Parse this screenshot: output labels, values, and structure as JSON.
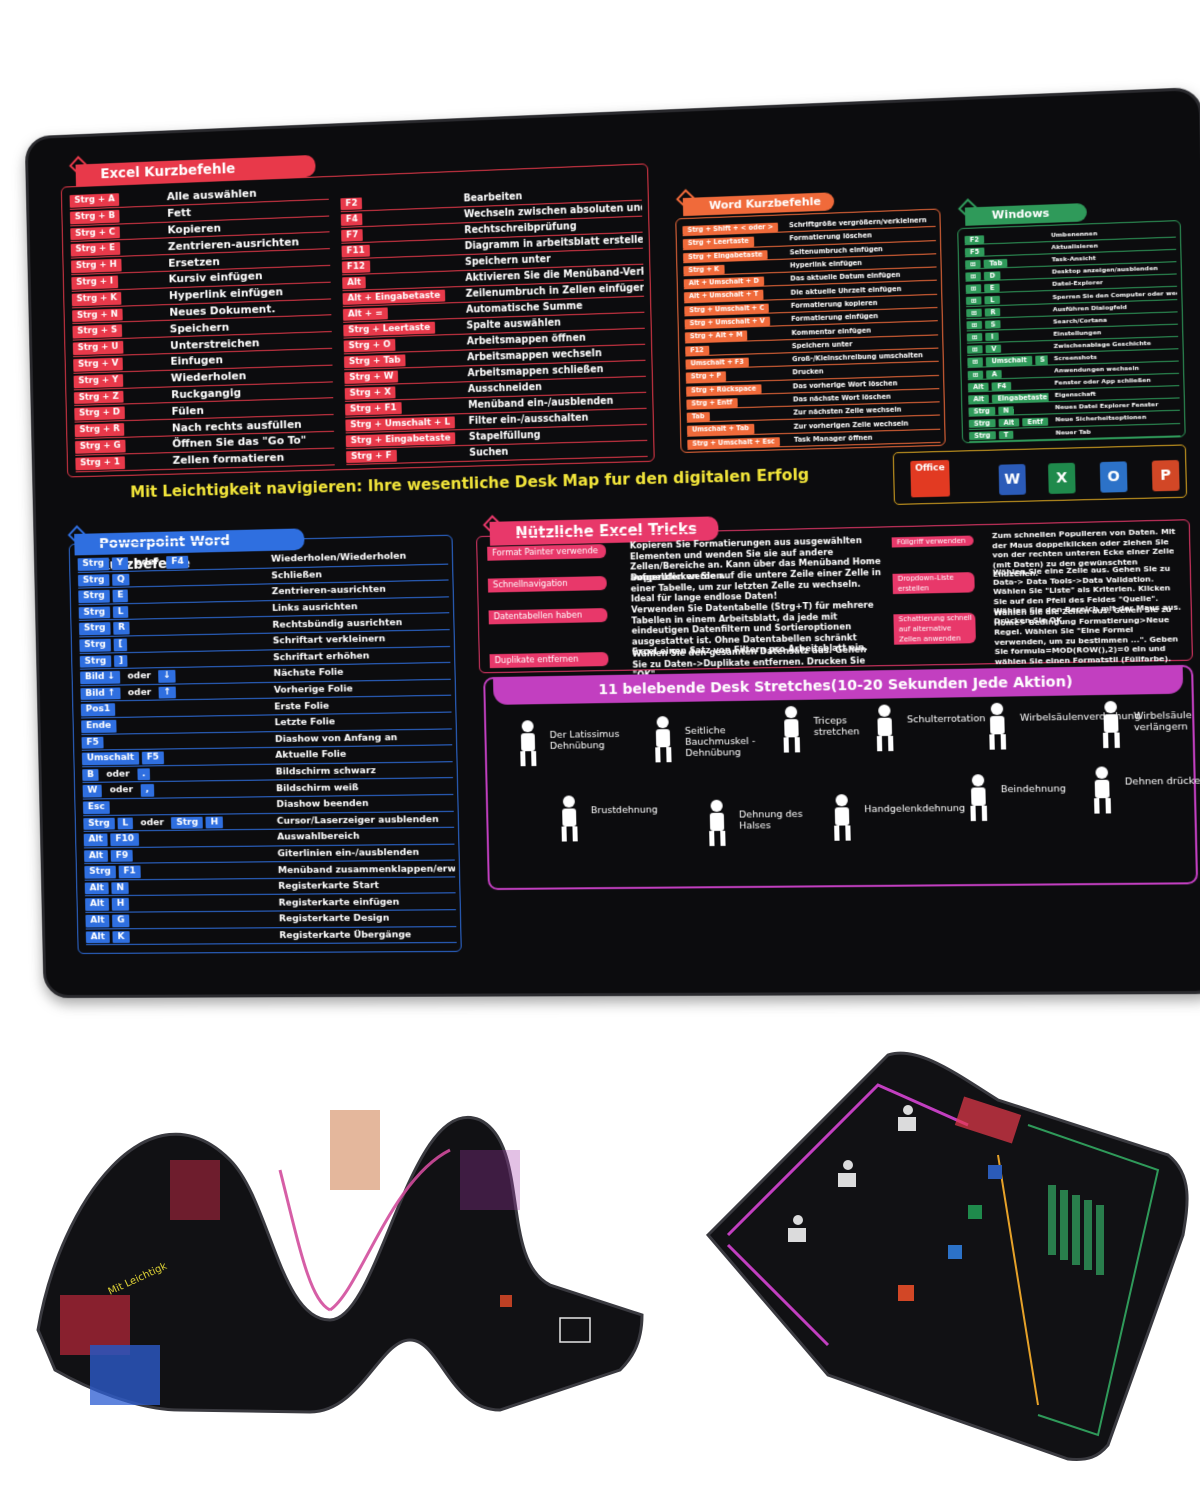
{
  "colors": {
    "excel": "#e8394a",
    "word": "#f06a3a",
    "windows": "#2f9a5a",
    "ppt": "#2f6fe0",
    "tricks": "#e8386a",
    "stretch": "#c23fc0",
    "title": "#f2e53a"
  },
  "excel": {
    "title": "Excel Kurzbefehle",
    "left": [
      {
        "k": [
          "Strg + A"
        ],
        "d": "Alle auswählen"
      },
      {
        "k": [
          "Strg + B"
        ],
        "d": "Fett"
      },
      {
        "k": [
          "Strg + C"
        ],
        "d": "Kopieren"
      },
      {
        "k": [
          "Strg + E"
        ],
        "d": "Zentrieren-ausrichten"
      },
      {
        "k": [
          "Strg + H"
        ],
        "d": "Ersetzen"
      },
      {
        "k": [
          "Strg + I"
        ],
        "d": "Kursiv einfügen"
      },
      {
        "k": [
          "Strg + K"
        ],
        "d": "Hyperlink einfügen"
      },
      {
        "k": [
          "Strg + N"
        ],
        "d": "Neues Dokument."
      },
      {
        "k": [
          "Strg + S"
        ],
        "d": "Speichern"
      },
      {
        "k": [
          "Strg + U"
        ],
        "d": "Unterstreichen"
      },
      {
        "k": [
          "Strg + V"
        ],
        "d": "Einfugen"
      },
      {
        "k": [
          "Strg + Y"
        ],
        "d": "Wiederholen"
      },
      {
        "k": [
          "Strg + Z"
        ],
        "d": "Ruckgangig"
      },
      {
        "k": [
          "Strg + D"
        ],
        "d": "Fülen"
      },
      {
        "k": [
          "Strg + R"
        ],
        "d": "Nach rechts ausfüllen"
      },
      {
        "k": [
          "Strg + G"
        ],
        "d": "Öffnen Sie das \"Go To\""
      },
      {
        "k": [
          "Strg + 1"
        ],
        "d": "Zellen formatieren"
      }
    ],
    "right": [
      {
        "k": [
          "F2"
        ],
        "d": "Bearbeiten"
      },
      {
        "k": [
          "F4"
        ],
        "d": "Wechseln zwischen absoluten und relativen Referenzen"
      },
      {
        "k": [
          "F7"
        ],
        "d": "Rechtschreibprüfung"
      },
      {
        "k": [
          "F11"
        ],
        "d": "Diagramm in arbeitsblatt erstellen"
      },
      {
        "k": [
          "F12"
        ],
        "d": "Speichern unter"
      },
      {
        "k": [
          "Alt"
        ],
        "d": "Aktivieren Sie die Menüband-Verknüpfungen"
      },
      {
        "k": [
          "Alt + Eingabetaste"
        ],
        "d": "Zeilenumbruch in Zellen einfügen"
      },
      {
        "k": [
          "Alt + ="
        ],
        "d": "Automatische Summe"
      },
      {
        "k": [
          "Strg + Leertaste"
        ],
        "d": "Spalte auswählen"
      },
      {
        "k": [
          "Strg + O"
        ],
        "d": "Arbeitsmappen öffnen"
      },
      {
        "k": [
          "Strg + Tab"
        ],
        "d": "Arbeitsmappen wechseln"
      },
      {
        "k": [
          "Strg + W"
        ],
        "d": "Arbeitsmappen schließen"
      },
      {
        "k": [
          "Strg + X"
        ],
        "d": "Ausschneiden"
      },
      {
        "k": [
          "Strg + F1"
        ],
        "d": "Menüband ein-/ausblenden"
      },
      {
        "k": [
          "Strg + Umschalt + L"
        ],
        "d": "Filter ein-/ausschalten"
      },
      {
        "k": [
          "Strg + Eingabetaste"
        ],
        "d": "Stapelfüllung"
      },
      {
        "k": [
          "Strg + F"
        ],
        "d": "Suchen"
      }
    ]
  },
  "word": {
    "title": "Word Kurzbefehle",
    "rows": [
      {
        "k": [
          "Strg + Shift + < oder >"
        ],
        "d": "Schriftgröße vergrößern/verkleinern"
      },
      {
        "k": [
          "Strg + Leertaste"
        ],
        "d": "Formatierung löschen"
      },
      {
        "k": [
          "Strg + Eingabetaste"
        ],
        "d": "Seitenumbruch einfügen"
      },
      {
        "k": [
          "Strg + K"
        ],
        "d": "Hyperlink einfügen"
      },
      {
        "k": [
          "Alt + Umschalt + D"
        ],
        "d": "Das aktuelle Datum einfügen"
      },
      {
        "k": [
          "Alt + Umschalt + T"
        ],
        "d": "Die aktuelle Uhrzeit einfügen"
      },
      {
        "k": [
          "Strg + Umschalt + C"
        ],
        "d": "Formatierung kopieren"
      },
      {
        "k": [
          "Strg + Umschalt + V"
        ],
        "d": "Formatierung einfügen"
      },
      {
        "k": [
          "Strg + Alt + M"
        ],
        "d": "Kommentar einfügen"
      },
      {
        "k": [
          "F12"
        ],
        "d": "Speichern unter"
      },
      {
        "k": [
          "Umschalt + F3"
        ],
        "d": "Groß-/Kleinschreibung umschalten"
      },
      {
        "k": [
          "Strg + P"
        ],
        "d": "Drucken"
      },
      {
        "k": [
          "Strg + Rückspace"
        ],
        "d": "Das vorherige Wort löschen"
      },
      {
        "k": [
          "Strg + Entf"
        ],
        "d": "Das nächste Wort löschen"
      },
      {
        "k": [
          "Tab"
        ],
        "d": "Zur nächsten Zelle wechseln"
      },
      {
        "k": [
          "Umschalt + Tab"
        ],
        "d": "Zur vorherigen Zelle wechseln"
      },
      {
        "k": [
          "Strg + Umschalt + Esc"
        ],
        "d": "Task Manager öffnen"
      }
    ]
  },
  "windows": {
    "title": "Windows",
    "rows": [
      {
        "k": [
          "F2"
        ],
        "d": "Umbenennen"
      },
      {
        "k": [
          "F5"
        ],
        "d": "Aktualisieren"
      },
      {
        "k": [
          "⊞",
          "Tab"
        ],
        "d": "Task-Ansicht"
      },
      {
        "k": [
          "⊞",
          "D"
        ],
        "d": "Desktop anzeigen/ausblenden"
      },
      {
        "k": [
          "⊞",
          "E"
        ],
        "d": "Datei-Explorer"
      },
      {
        "k": [
          "⊞",
          "L"
        ],
        "d": "Sperren Sie den Computer oder wechseln Sie Konten"
      },
      {
        "k": [
          "⊞",
          "R"
        ],
        "d": "Ausführen Dialogfeld"
      },
      {
        "k": [
          "⊞",
          "S"
        ],
        "d": "Search/Cortana"
      },
      {
        "k": [
          "⊞",
          "I"
        ],
        "d": "Einstellungen"
      },
      {
        "k": [
          "⊞",
          "V"
        ],
        "d": "Zwischenablage Geschichte"
      },
      {
        "k": [
          "⊞",
          "Umschalt",
          "S"
        ],
        "d": "Screenshots"
      },
      {
        "k": [
          "⊞",
          "A"
        ],
        "d": "Anwendungen wechseln"
      },
      {
        "k": [
          "Alt",
          "F4"
        ],
        "d": "Fenster oder App schließen"
      },
      {
        "k": [
          "Alt",
          "Eingabetaste"
        ],
        "d": "Eigenschaft"
      },
      {
        "k": [
          "Strg",
          "N"
        ],
        "d": "Neues Datei Explorer Fenster"
      },
      {
        "k": [
          "Strg",
          "Alt",
          "Entf"
        ],
        "d": "Neue Sicherheitsoptionen"
      },
      {
        "k": [
          "Strg",
          "T"
        ],
        "d": "Neuer Tab"
      }
    ]
  },
  "headline": "Mit Leichtigkeit navigieren: Ihre wesentliche Desk Map fur den digitalen Erfolg",
  "office": {
    "label": "Office",
    "icons": [
      {
        "letter": "W",
        "color": "#2b5bb8"
      },
      {
        "letter": "X",
        "color": "#1f8a4c"
      },
      {
        "letter": "O",
        "color": "#2c72c8"
      },
      {
        "letter": "P",
        "color": "#d24726"
      }
    ]
  },
  "ppt": {
    "title": "Powerpoint Word Kurzbefehle",
    "rows": [
      {
        "k": [
          "Strg",
          "Y",
          "oder",
          "F4"
        ],
        "d": "Wiederholen/Wiederholen"
      },
      {
        "k": [
          "Strg",
          "Q"
        ],
        "d": "Schließen"
      },
      {
        "k": [
          "Strg",
          "E"
        ],
        "d": "Zentrieren-ausrichten"
      },
      {
        "k": [
          "Strg",
          "L"
        ],
        "d": "Links ausrichten"
      },
      {
        "k": [
          "Strg",
          "R"
        ],
        "d": "Rechtsbündig ausrichten"
      },
      {
        "k": [
          "Strg",
          "["
        ],
        "d": "Schriftart verkleinern"
      },
      {
        "k": [
          "Strg",
          "]"
        ],
        "d": "Schriftart erhöhen"
      },
      {
        "k": [
          "Bild ↓",
          "oder",
          "↓"
        ],
        "d": "Nächste Folie"
      },
      {
        "k": [
          "Bild ↑",
          "oder",
          "↑"
        ],
        "d": "Vorherige Folie"
      },
      {
        "k": [
          "Pos1"
        ],
        "d": "Erste Folie"
      },
      {
        "k": [
          "Ende"
        ],
        "d": "Letzte Folie"
      },
      {
        "k": [
          "F5"
        ],
        "d": "Diashow von Anfang an"
      },
      {
        "k": [
          "Umschalt",
          "F5"
        ],
        "d": "Aktuelle Folie"
      },
      {
        "k": [
          "B",
          "oder",
          "."
        ],
        "d": "Bildschirm schwarz"
      },
      {
        "k": [
          "W",
          "oder",
          ","
        ],
        "d": "Bildschirm weiß"
      },
      {
        "k": [
          "Esc"
        ],
        "d": "Diashow beenden"
      },
      {
        "k": [
          "Strg",
          "L",
          "oder",
          "Strg",
          "H"
        ],
        "d": "Cursor/Laserzeiger ausblenden"
      },
      {
        "k": [
          "Alt",
          "F10"
        ],
        "d": "Auswahlbereich"
      },
      {
        "k": [
          "Alt",
          "F9"
        ],
        "d": "Giterlinien ein-/ausblenden"
      },
      {
        "k": [
          "Strg",
          "F1"
        ],
        "d": "Menüband zusammenklappen/erweitern"
      },
      {
        "k": [
          "Alt",
          "N"
        ],
        "d": "Registerkarte Start"
      },
      {
        "k": [
          "Alt",
          "H"
        ],
        "d": "Registerkarte einfügen"
      },
      {
        "k": [
          "Alt",
          "G"
        ],
        "d": "Registerkarte Design"
      },
      {
        "k": [
          "Alt",
          "K"
        ],
        "d": "Registerkarte Übergänge"
      }
    ]
  },
  "tricks": {
    "title": "Nützliche Excel Tricks",
    "left": [
      {
        "label": "Format Painter verwende",
        "text": "Kopieren Sie Formatierungen aus ausgewählten Elementen und wenden Sie sie auf andere Zellen/Bereiche an. Kann über das Menüband Home aufgerufen werden."
      },
      {
        "label": "Schnellnavigation",
        "text": "Doppelklicken Sie auf die untere Zeile einer Zelle in einer Tabelle, um zur letzten Zelle zu wechseln. Ideal für lange endlose Daten!"
      },
      {
        "label": "Datentabellen haben",
        "text": "Verwenden Sie Datentabelle (Strg+T) für mehrere Tabellen in einem Arbeitsblatt, da jede mit eindeutigen Datenfiltern und Sortieroptionen ausgestattet ist. Ohne Datentabellen schränkt Excel einen Satz von Filtern pro Arbeitsblatt ein."
      },
      {
        "label": "Duplikate entfernen",
        "text": "Wählen Sie den gesamten Datensatz aus. Gehen Sie zu Daten->Duplikate entfernen. Drucken Sie \"OK\"."
      }
    ],
    "right": [
      {
        "label": "Füllgriff verwenden",
        "text": "Zum schnellen Populieren von Daten. Mit der Maus doppelklicken oder ziehen Sie von der rechten unteren Ecke einer Zelle (mit Daten) zu den gewünschten Endzellen."
      },
      {
        "label": "Dropdown-Liste erstellen",
        "text": "Wählen Sie eine Zelle aus. Gehen Sie zu Data-> Data Tools->Data Validation. Wählen Sie \"Liste\" als Kriterien. Klicken Sie auf den Pfeil des Feldes \"Quelle\". Wählen Sie den Bereich mit der Maus aus. Drücken Sie OK."
      },
      {
        "label": "Schattierung schnell auf alternative Zellen anwenden",
        "text": "Wählen Sie die Zellen aus. Gehen Sie zu Home> Bedingung Formatierung>Neue Regel. Wählen Sie \"Eine Formel verwenden, um zu bestimmen ...\". Geben Sie formula=MOD(ROW(),2)=0 ein und wählen Sie einen Formatstil (Füllfarbe)."
      }
    ]
  },
  "stretches": {
    "title": "11 belebende Desk Stretches(10-20 Sekunden Jede Aktion)",
    "items": [
      "Der Latissimus Dehnübung",
      "Seitliche Bauchmuskel -Dehnübung",
      "Triceps stretchen",
      "Schulterrotation",
      "Wirbelsäulenverdrehung",
      "Wirbelsäule verlängern",
      "Brustdehnung",
      "Dehnung des Halses",
      "Handgelenkdehnung",
      "Beindehnung",
      "Dehnen drücken"
    ]
  }
}
